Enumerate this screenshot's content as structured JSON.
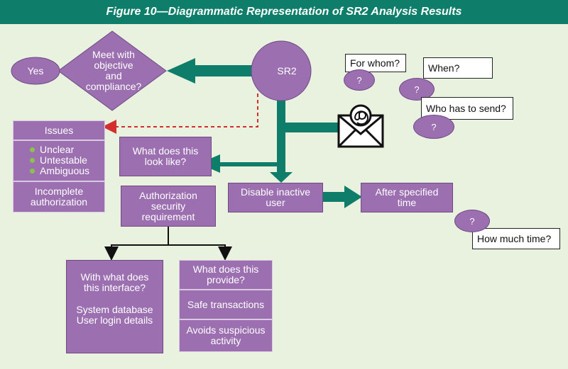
{
  "figure": {
    "title": "Figure 10—Diagrammatic Representation of SR2 Analysis Results"
  },
  "nodes": {
    "sr2": "SR2",
    "decision": [
      "Meet with",
      "objective",
      "and",
      "compliance?"
    ],
    "yes": "Yes",
    "issues_header": "Issues",
    "issues_bullets": [
      "Unclear",
      "Untestable",
      "Ambiguous"
    ],
    "issues_footer": [
      "Incomplete",
      "authorization"
    ],
    "what_look": [
      "What does this",
      "look like?"
    ],
    "disable_user": [
      "Disable inactive",
      "user"
    ],
    "after_time": [
      "After specified",
      "time"
    ],
    "auth_req": [
      "Authorization",
      "security",
      "requirement"
    ],
    "interface_box": {
      "question": [
        "With what does",
        "this interface?"
      ],
      "details": [
        "System database",
        "User login details"
      ]
    },
    "provide_box": {
      "question": [
        "What does",
        "this provide?"
      ],
      "safe": "Safe transactions",
      "avoids": [
        "Avoids suspicious",
        "activity"
      ]
    }
  },
  "questions": {
    "for_whom": "For whom?",
    "when": "When?",
    "who_send": "Who has to send?",
    "how_much_time": "How much time?",
    "mark": "?"
  },
  "icons": {
    "email": "envelope-icon"
  },
  "colors": {
    "header": "#0e7e6a",
    "background": "#e9f1df",
    "node": "#9b6fb0",
    "arrow": "#0e7e6a",
    "dashed": "#d32f2f",
    "bullet": "#8bc34a"
  }
}
